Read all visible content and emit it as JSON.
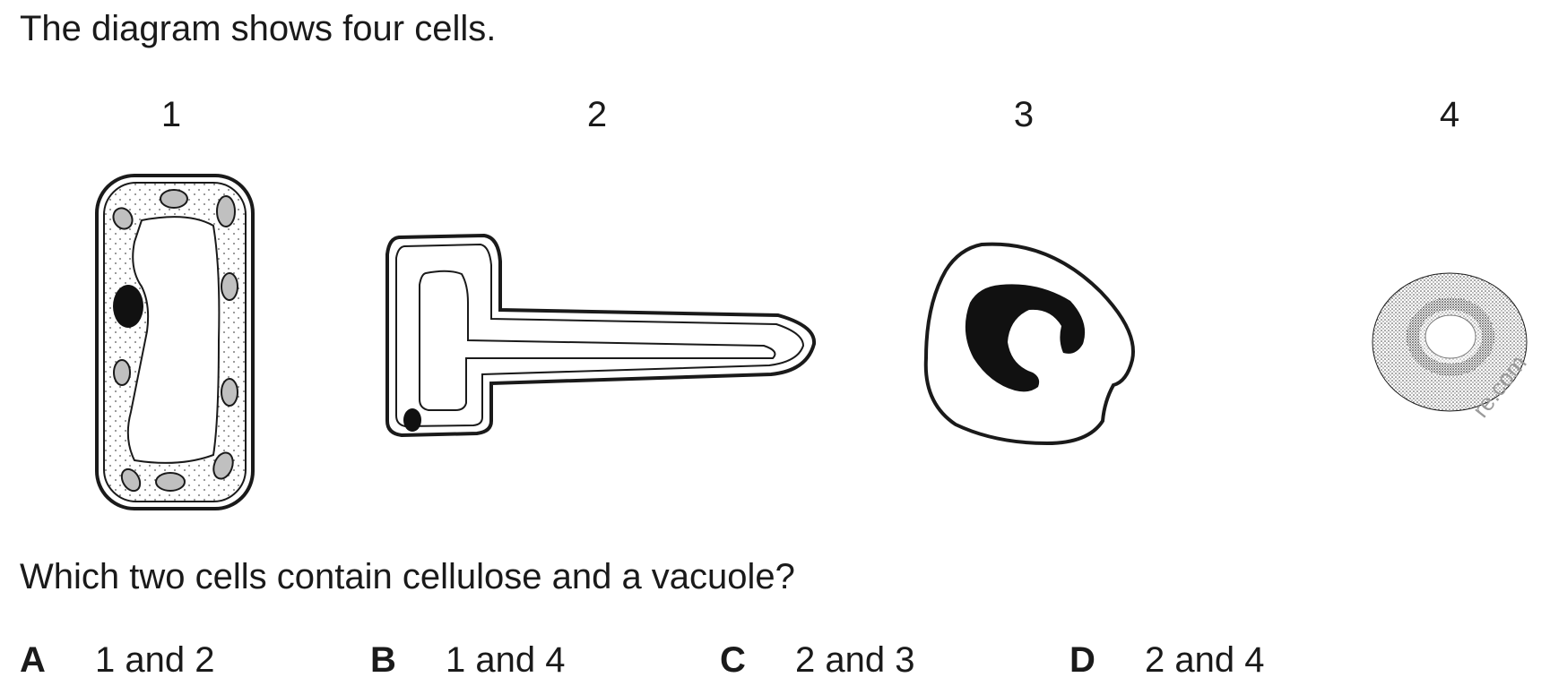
{
  "question": {
    "intro": "The diagram shows four cells.",
    "prompt": "Which two cells contain cellulose and a vacuole?"
  },
  "diagram": {
    "cell_labels": [
      "1",
      "2",
      "3",
      "4"
    ],
    "watermark_text": "re.com"
  },
  "options": [
    {
      "letter": "A",
      "text": "1 and 2"
    },
    {
      "letter": "B",
      "text": "1 and 4"
    },
    {
      "letter": "C",
      "text": "2 and 3"
    },
    {
      "letter": "D",
      "text": "2 and 4"
    }
  ],
  "colors": {
    "ink": "#1a1a1a",
    "chloroplast": "#c0c0c0",
    "stipple": "#555555"
  }
}
